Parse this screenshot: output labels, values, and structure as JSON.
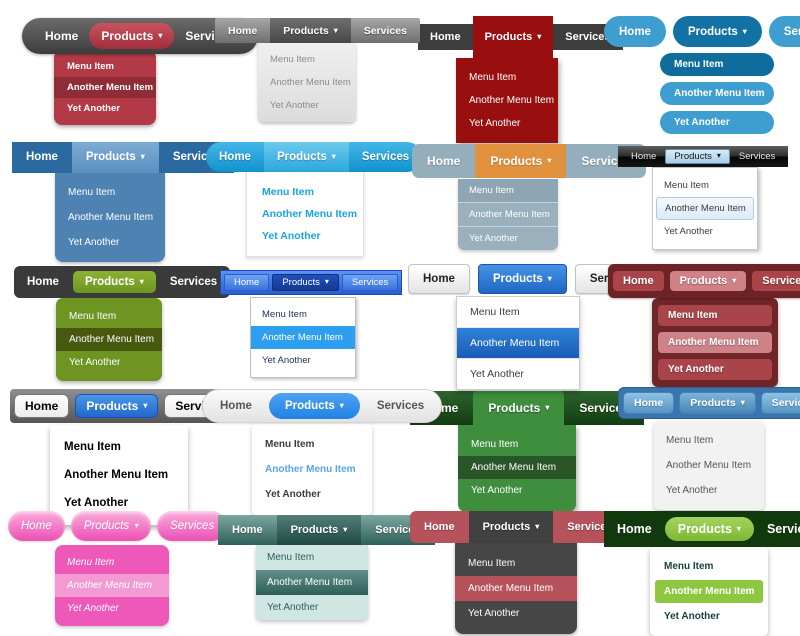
{
  "labels": {
    "home": "Home",
    "products": "Products",
    "services": "Services",
    "caret": "▾",
    "item1": "Menu Item",
    "item2": "Another Menu Item",
    "item3": "Yet Another"
  },
  "menus": [
    {
      "colors": {
        "bar": "#4a4a4a",
        "accent": "#b8404d",
        "dropdown": "#b23a46",
        "highlight": "#8e2c37",
        "text": "#ffffff"
      }
    },
    {
      "colors": {
        "bar": "#8a8a8a",
        "accent": "#555555",
        "dropdown": "#e7e7e7",
        "text": "#8b8b8b"
      }
    },
    {
      "colors": {
        "bar": "#3d3d3d",
        "accent": "#990f0f",
        "dropdown": "#990f0f",
        "text": "#ffffff"
      }
    },
    {
      "colors": {
        "bar": "#3d9ecf",
        "accent": "#1272a3",
        "dropdown": "#3d9ecf",
        "highlight": "#0f6d9e",
        "text": "#ffffff"
      }
    },
    {
      "colors": {
        "bar": "#2a6aa1",
        "accent": "#6b9cc9",
        "dropdown": "#4d82b3",
        "text": "#ffffff"
      }
    },
    {
      "colors": {
        "bar": "#1aa7e0",
        "accent": "#5cc3ea",
        "dropdown": "#ffffff",
        "text": "#19a3e0"
      }
    },
    {
      "colors": {
        "bar": "#95aebb",
        "accent": "#e2923e",
        "dropdown": "#9ab0bc",
        "text": "#ffffff"
      }
    },
    {
      "colors": {
        "bar": "#1a1a1a",
        "accent": "#a9cde5",
        "dropdown": "#ffffff",
        "highlight": "#ddeaf7",
        "text": "#3c3c3c"
      }
    },
    {
      "colors": {
        "bar": "#3a3a3a",
        "accent": "#7fa52c",
        "dropdown": "#6e9422",
        "highlight": "#46590f",
        "text": "#ffffff"
      }
    },
    {
      "colors": {
        "bar": "#3a72dc",
        "accent": "#1a50c0",
        "dropdown": "#ffffff",
        "highlight": "#2e9ff0",
        "text": "#1d3058"
      }
    },
    {
      "colors": {
        "bar": "#f0f0f0",
        "accent": "#2e7fd6",
        "dropdown": "#ffffff",
        "highlight": "#1f66c4",
        "text": "#3c3c3c"
      }
    },
    {
      "colors": {
        "bar": "#6e2326",
        "accent": "#cf8186",
        "dropdown": "#702629",
        "highlight": "#cc8287",
        "button": "#a8444a",
        "text": "#ffffff"
      }
    },
    {
      "colors": {
        "bar": "#666666",
        "accent": "#2f7fd9",
        "dropdown": "#ffffff",
        "text": "#000000"
      }
    },
    {
      "colors": {
        "bar": "#e8e8e8",
        "accent": "#2e8fe8",
        "dropdown": "#ffffff",
        "highlight": "#56a7ee",
        "text": "#555555"
      }
    },
    {
      "colors": {
        "bar": "#16421a",
        "accent": "#3e8e3e",
        "dropdown": "#3e8e3e",
        "highlight": "#2a5527",
        "text": "#ffffff"
      }
    },
    {
      "colors": {
        "bar": "#3a76ad",
        "accent": "#6aa2cc",
        "dropdown": "#f2f2f2",
        "text": "#555555"
      }
    },
    {
      "colors": {
        "bar": "#ee6cc0",
        "accent": "#ec4fb2",
        "dropdown": "#ee58b8",
        "highlight": "#f49ad2",
        "text": "#ffffff"
      }
    },
    {
      "colors": {
        "bar": "#4a7a74",
        "accent": "#2e5f5a",
        "dropdown": "#cfe6e3",
        "highlight": "#3a6b65",
        "text": "#2e5f5a"
      }
    },
    {
      "colors": {
        "bar": "#b5525c",
        "accent": "#414141",
        "dropdown": "#464646",
        "highlight": "#b5525c",
        "text": "#ffffff"
      }
    },
    {
      "colors": {
        "bar": "#12380d",
        "accent": "#8dc63f",
        "dropdown": "#ffffff",
        "highlight": "#8dc63f",
        "text": "#1d4040"
      }
    }
  ]
}
